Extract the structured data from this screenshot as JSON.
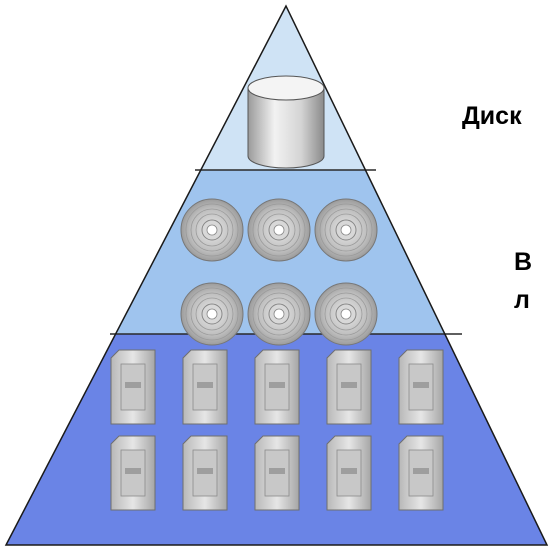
{
  "labels": {
    "top_tier": "Диск",
    "middle_tier_line1": "В",
    "middle_tier_line2": "л"
  },
  "tiers": [
    {
      "name": "top",
      "fill": "#cfe3f5",
      "icon": "database-cylinder-icon",
      "count": 1
    },
    {
      "name": "middle",
      "fill": "#9fc4ee",
      "icon": "disc-icon",
      "count": 6
    },
    {
      "name": "bottom",
      "fill": "#6a84e6",
      "icon": "tape-cartridge-icon",
      "count": 10
    }
  ],
  "colors": {
    "outline": "#1a1a1a",
    "divider": "#2a2a2a"
  }
}
